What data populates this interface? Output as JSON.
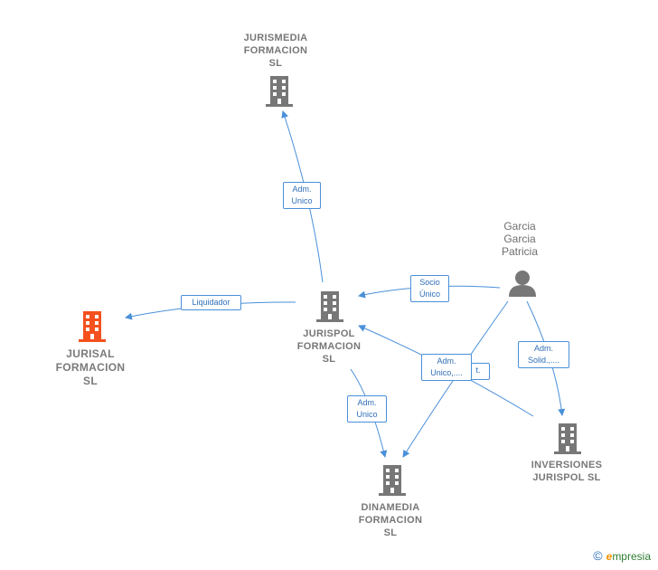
{
  "nodes": {
    "jurismedia": {
      "label": "JURISMEDIA\nFORMACION\nSL",
      "icon": "building-icon",
      "color": "#777777"
    },
    "jurispol": {
      "label": "JURISPOL\nFORMACION\nSL",
      "icon": "building-icon",
      "color": "#777777"
    },
    "jurisal": {
      "label": "JURISAL\nFORMACION\nSL",
      "icon": "building-icon",
      "color": "#f4511e"
    },
    "dinamedia": {
      "label": "DINAMEDIA\nFORMACION\nSL",
      "icon": "building-icon",
      "color": "#777777"
    },
    "inversiones": {
      "label": "INVERSIONES\nJURISPOL  SL",
      "icon": "building-icon",
      "color": "#777777"
    },
    "person": {
      "label": "Garcia\nGarcia\nPatricia",
      "icon": "person-icon",
      "color": "#777777"
    }
  },
  "edges": {
    "adm_unico_1": "Adm.\nUnico",
    "liquidador": "Liquidador",
    "socio_unico": "Socio\nÚnico",
    "adm_unico_2": "Adm.\nUnico,....",
    "adm_solid": "Adm.\nSolid.,....",
    "adm_unico_3": "Adm.\nUnico",
    "partial": "t."
  },
  "colors": {
    "edge": "#4a90d9",
    "building": "#777777",
    "highlight": "#f4511e"
  },
  "footer": {
    "copyright_symbol": "©",
    "brand_initial": "e",
    "brand_rest": "mpresia"
  }
}
